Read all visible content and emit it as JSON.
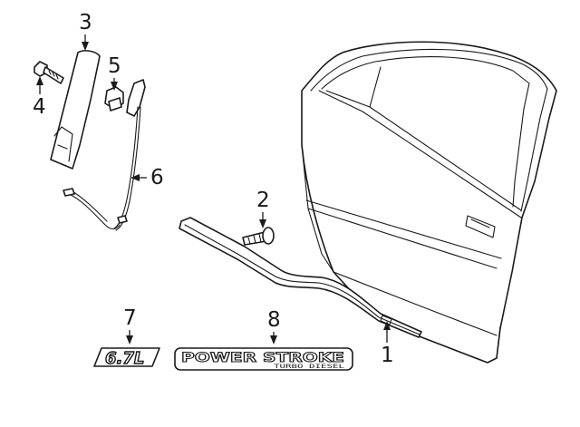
{
  "callouts": [
    {
      "id": 1,
      "label": "1"
    },
    {
      "id": 2,
      "label": "2"
    },
    {
      "id": 3,
      "label": "3"
    },
    {
      "id": 4,
      "label": "4"
    },
    {
      "id": 5,
      "label": "5"
    },
    {
      "id": 6,
      "label": "6"
    },
    {
      "id": 7,
      "label": "7"
    },
    {
      "id": 8,
      "label": "8"
    }
  ],
  "emblems": {
    "displacement_badge": "6.7L",
    "nameplate_main": "POWER STROKE",
    "nameplate_sub": "TURBO DIESEL"
  },
  "colors": {
    "line": "#1a1a1a",
    "background": "#ffffff"
  }
}
